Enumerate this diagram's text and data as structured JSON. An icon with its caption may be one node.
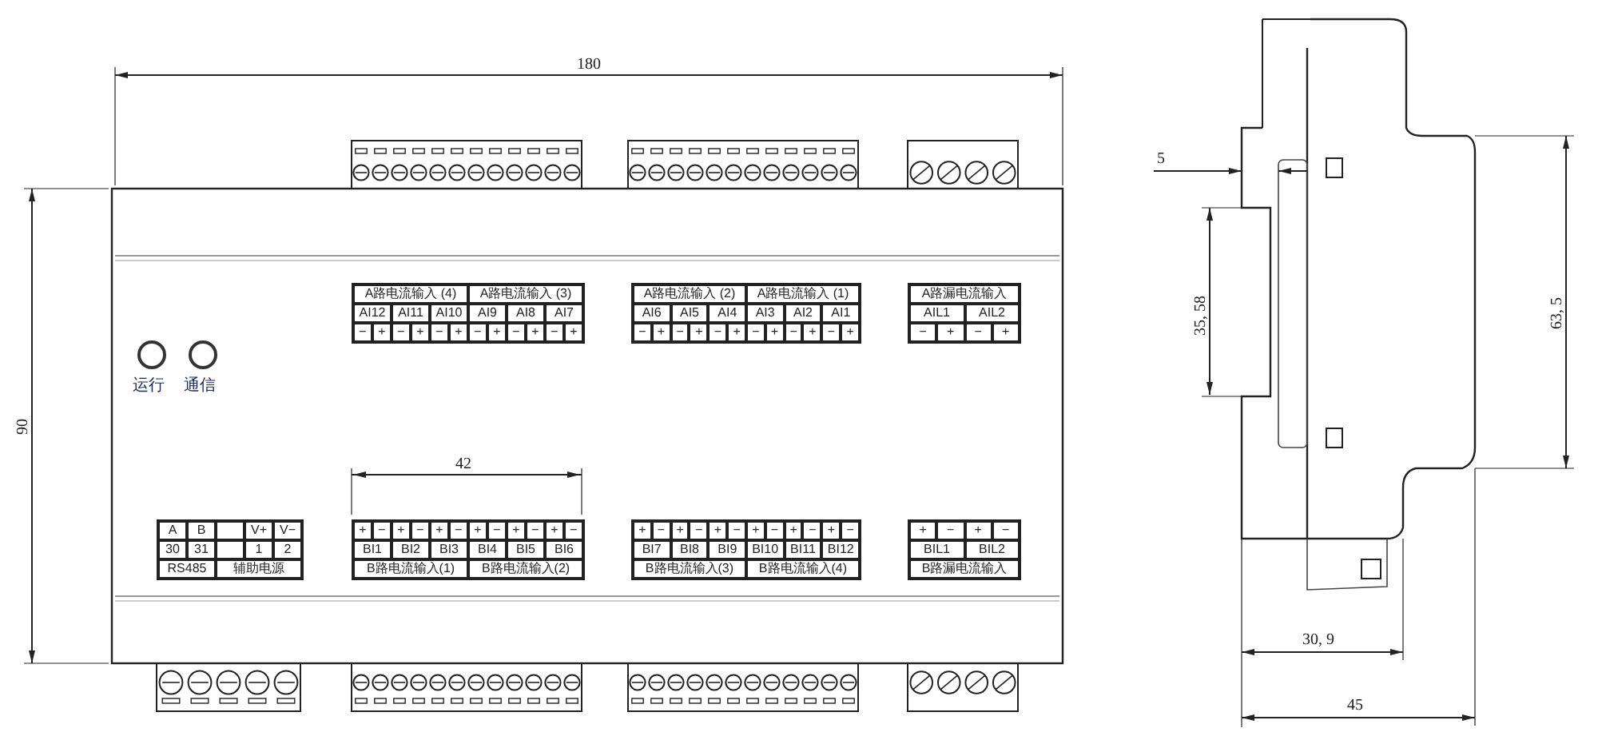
{
  "diagram": {
    "labels": [
      "180",
      "A路电流输入 (4)",
      "A路电流输入 (3)",
      "AI12",
      "AI11",
      "AI10",
      "AI9",
      "AI8",
      "AI7",
      "−",
      "+",
      "−",
      "+",
      "−",
      "+",
      "−",
      "+",
      "−",
      "+",
      "−",
      "+",
      "A路电流输入 (2)",
      "A路电流输入 (1)",
      "AI6",
      "AI5",
      "AI4",
      "AI3",
      "AI2",
      "AI1",
      "−",
      "+",
      "−",
      "+",
      "−",
      "+",
      "−",
      "+",
      "−",
      "+",
      "−",
      "+",
      "A路漏电流输入",
      "AIL1",
      "AIL2",
      "−",
      "+",
      "−",
      "+",
      "运行",
      "通信",
      "90",
      "42",
      "A",
      "B",
      "V+",
      "V−",
      "30",
      "31",
      "1",
      "2",
      "RS485",
      "辅助电源",
      "+",
      "−",
      "+",
      "−",
      "+",
      "−",
      "+",
      "−",
      "+",
      "−",
      "+",
      "−",
      "BI1",
      "BI2",
      "BI3",
      "BI4",
      "BI5",
      "BI6",
      "B路电流输入(1)",
      "B路电流输入(2)",
      "+",
      "−",
      "+",
      "−",
      "+",
      "−",
      "+",
      "−",
      "+",
      "−",
      "+",
      "−",
      "BI7",
      "BI8",
      "BI9",
      "BI10",
      "BI11",
      "BI12",
      "B路电流输入(3)",
      "B路电流输入(4)",
      "+",
      "−",
      "+",
      "−",
      "BIL1",
      "BIL2",
      "B路漏电流输入",
      "5",
      "35, 58",
      "63, 5",
      "30, 9",
      "45"
    ]
  }
}
